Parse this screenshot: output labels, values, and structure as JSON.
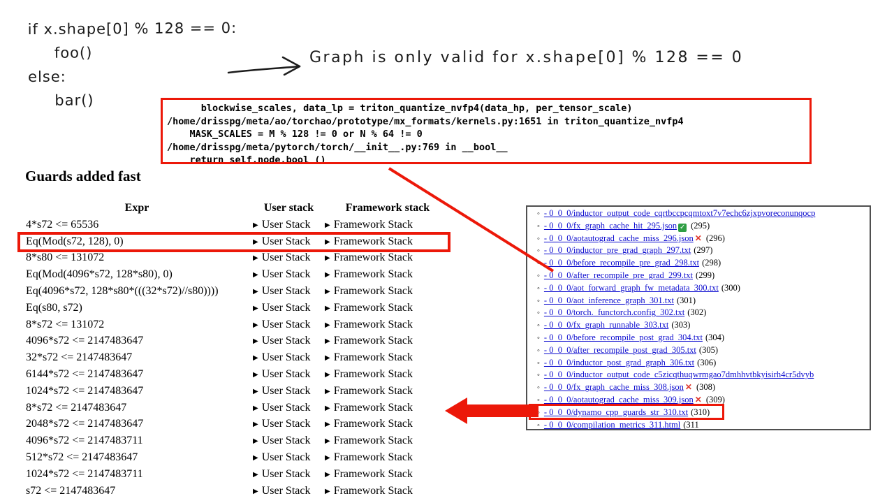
{
  "colors": {
    "annotation_red": "#ec1809",
    "link_blue": "#0d0dcf",
    "check_green": "#2f9e44",
    "cross_red": "#e03a2f",
    "box_gray": "#4f4f4f"
  },
  "icons": {
    "disclosure": "▶",
    "bullet_hollow": "◦",
    "bullet_solid": "•",
    "check": "✓",
    "cross": "✕"
  },
  "handwritten": {
    "code_lines": [
      "if x.shape[0] % 128 == 0:",
      "foo()",
      "else:",
      "bar()"
    ],
    "note": "Graph is only valid for x.shape[0] % 128 == 0"
  },
  "stack_trace": {
    "lines": [
      "      blockwise_scales, data_lp = triton_quantize_nvfp4(data_hp, per_tensor_scale)",
      "/home/drisspg/meta/ao/torchao/prototype/mx_formats/kernels.py:1651 in triton_quantize_nvfp4",
      "    MASK_SCALES = M % 128 != 0 or N % 64 != 0",
      "/home/drisspg/meta/pytorch/torch/__init__.py:769 in __bool__",
      "    return self.node.bool_()"
    ]
  },
  "guards": {
    "heading": "Guards added fast",
    "table": {
      "headers": [
        "Expr",
        "User stack",
        "Framework stack"
      ],
      "user_stack_label": "User Stack",
      "framework_stack_label": "Framework Stack",
      "rows": [
        {
          "expr": "4*s72 <= 65536",
          "highlighted": false
        },
        {
          "expr": "Eq(Mod(s72, 128), 0)",
          "highlighted": true
        },
        {
          "expr": "8*s80 <= 131072",
          "highlighted": false
        },
        {
          "expr": "Eq(Mod(4096*s72, 128*s80), 0)",
          "highlighted": false
        },
        {
          "expr": "Eq(4096*s72, 128*s80*(((32*s72)//s80))))",
          "highlighted": false
        },
        {
          "expr": "Eq(s80, s72)",
          "highlighted": false
        },
        {
          "expr": "8*s72 <= 131072",
          "highlighted": false
        },
        {
          "expr": "4096*s72 <= 2147483647",
          "highlighted": false
        },
        {
          "expr": "32*s72 <= 2147483647",
          "highlighted": false
        },
        {
          "expr": "6144*s72 <= 2147483647",
          "highlighted": false
        },
        {
          "expr": "1024*s72 <= 2147483647",
          "highlighted": false
        },
        {
          "expr": "8*s72 <= 2147483647",
          "highlighted": false
        },
        {
          "expr": "2048*s72 <= 2147483647",
          "highlighted": false
        },
        {
          "expr": "4096*s72 <= 2147483711",
          "highlighted": false
        },
        {
          "expr": "512*s72 <= 2147483647",
          "highlighted": false
        },
        {
          "expr": "1024*s72 <= 2147483711",
          "highlighted": false
        },
        {
          "expr": "s72 <= 2147483647",
          "highlighted": false
        }
      ]
    }
  },
  "file_list": {
    "items": [
      {
        "link": "- 0_0_0/inductor_output_code_cqrtbccpcqmtoxt7v7echc6zjxpvoreconunqocp",
        "status": "",
        "count": "",
        "highlighted": false
      },
      {
        "link": "- 0_0_0/fx_graph_cache_hit_295.json",
        "status": "check",
        "count": "(295)",
        "highlighted": false
      },
      {
        "link": "- 0_0_0/aotautograd_cache_miss_296.json",
        "status": "cross",
        "count": "(296)",
        "highlighted": false
      },
      {
        "link": "- 0_0_0/inductor_pre_grad_graph_297.txt",
        "status": "",
        "count": "(297)",
        "highlighted": false
      },
      {
        "link": "- 0_0_0/before_recompile_pre_grad_298.txt",
        "status": "",
        "count": "(298)",
        "highlighted": false
      },
      {
        "link": "- 0_0_0/after_recompile_pre_grad_299.txt",
        "status": "",
        "count": "(299)",
        "highlighted": false
      },
      {
        "link": "- 0_0_0/aot_forward_graph_fw_metadata_300.txt",
        "status": "",
        "count": "(300)",
        "highlighted": false
      },
      {
        "link": "- 0_0_0/aot_inference_graph_301.txt",
        "status": "",
        "count": "(301)",
        "highlighted": false
      },
      {
        "link": "- 0_0_0/torch._functorch.config_302.txt",
        "status": "",
        "count": "(302)",
        "highlighted": false
      },
      {
        "link": "- 0_0_0/fx_graph_runnable_303.txt",
        "status": "",
        "count": "(303)",
        "highlighted": false
      },
      {
        "link": "- 0_0_0/before_recompile_post_grad_304.txt",
        "status": "",
        "count": "(304)",
        "highlighted": false
      },
      {
        "link": "- 0_0_0/after_recompile_post_grad_305.txt",
        "status": "",
        "count": "(305)",
        "highlighted": false
      },
      {
        "link": "- 0_0_0/inductor_post_grad_graph_306.txt",
        "status": "",
        "count": "(306)",
        "highlighted": false
      },
      {
        "link": "- 0_0_0/inductor_output_code_c5zicqthuqwrmgao7dmhhvtbkyisirh4cr5dvyb",
        "status": "",
        "count": "",
        "highlighted": false
      },
      {
        "link": "- 0_0_0/fx_graph_cache_miss_308.json",
        "status": "cross",
        "count": "(308)",
        "highlighted": false
      },
      {
        "link": "- 0_0_0/aotautograd_cache_miss_309.json",
        "status": "cross",
        "count": "(309)",
        "highlighted": false
      },
      {
        "link": "- 0_0_0/dynamo_cpp_guards_str_310.txt",
        "status": "",
        "count": "(310)",
        "highlighted": false
      },
      {
        "link": "- 0_0_0/compilation_metrics_311.html",
        "status": "",
        "count": "(311",
        "highlighted": true
      }
    ],
    "footer": "[-/-]"
  }
}
